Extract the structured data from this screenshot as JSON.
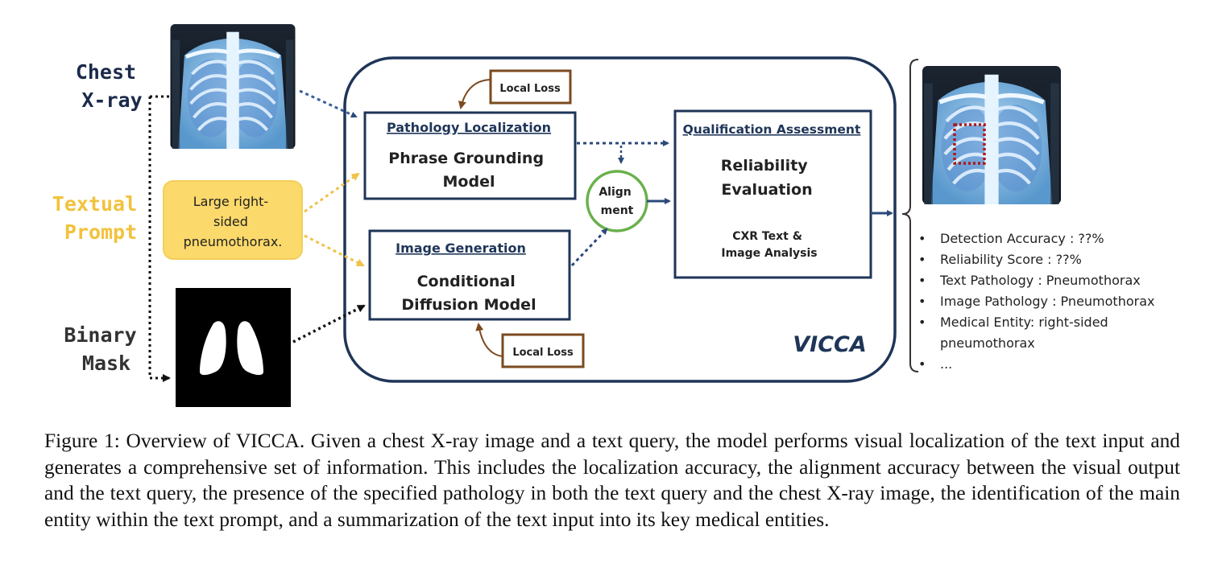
{
  "inputs": {
    "chest_xray_label": [
      "Chest",
      "X-ray"
    ],
    "textual_prompt_label": [
      "Textual",
      "Prompt"
    ],
    "binary_mask_label": [
      "Binary",
      "Mask"
    ],
    "prompt_text": [
      "Large right-",
      "sided",
      "pneumothorax."
    ]
  },
  "framework": {
    "name": "VICCA",
    "pathology_localization": {
      "heading": "Pathology Localization",
      "body": [
        "Phrase Grounding",
        "Model"
      ]
    },
    "image_generation": {
      "heading": "Image Generation",
      "body": [
        "Conditional",
        "Diffusion Model"
      ]
    },
    "alignment": [
      "Align",
      "ment"
    ],
    "qualification_assessment": {
      "heading": "Qualification Assessment",
      "body": [
        "Reliability",
        "Evaluation"
      ],
      "sub": [
        "CXR Text &",
        "Image Analysis"
      ]
    },
    "local_loss_top": "Local Loss",
    "local_loss_bottom": "Local Loss"
  },
  "outputs": [
    "Detection Accuracy : ??%",
    "Reliability Score : ??%",
    "Text Pathology : Pneumothorax",
    "Image Pathology : Pneumothorax",
    "Medical Entity: right-sided pneumothorax",
    "..."
  ],
  "caption": "Figure 1: Overview of VICCA. Given a chest X-ray image and a text query, the model performs visual localization of the text input and generates a comprehensive set of information. This includes the localization accuracy, the alignment accuracy between the visual output and the text query, the presence of the specified pathology in both the text query and the chest X-ray image, the identification of the main entity within the text prompt, and a summarization of the text input into its key medical entities.",
  "colors": {
    "navy": "#1f3558",
    "yellow": "#f5c842",
    "brown": "#7b4a1f",
    "green": "#6ab04c",
    "red": "#b01818",
    "prompt_bg": "#fbd96b"
  }
}
